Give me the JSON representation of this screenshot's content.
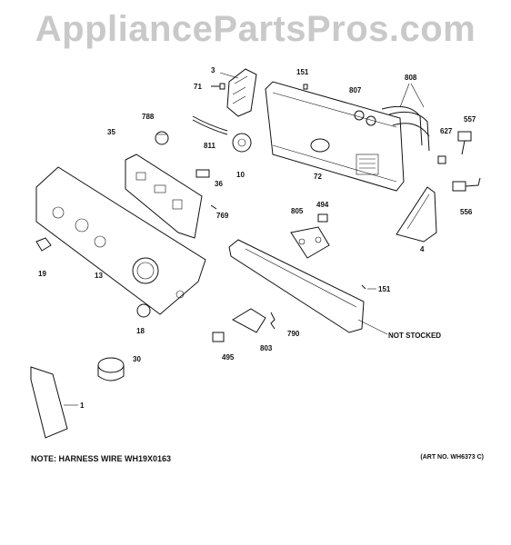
{
  "watermark": "AppliancePartsPros.com",
  "note": "NOTE: HARNESS WIRE WH19X0163",
  "art_no": "(ART NO. WH6373 C)",
  "callouts": {
    "c3": "3",
    "c151a": "151",
    "c808": "808",
    "c71": "71",
    "c807": "807",
    "c788": "788",
    "c557": "557",
    "c627": "627",
    "c35": "35",
    "c811": "811",
    "c10": "10",
    "c72": "72",
    "c36": "36",
    "c769": "769",
    "c494": "494",
    "c805": "805",
    "c556": "556",
    "c4": "4",
    "c19": "19",
    "c13": "13",
    "c151b": "151",
    "c18": "18",
    "c790": "790",
    "c803": "803",
    "c495": "495",
    "c30": "30",
    "c1": "1",
    "not_stocked": "NOT STOCKED"
  }
}
